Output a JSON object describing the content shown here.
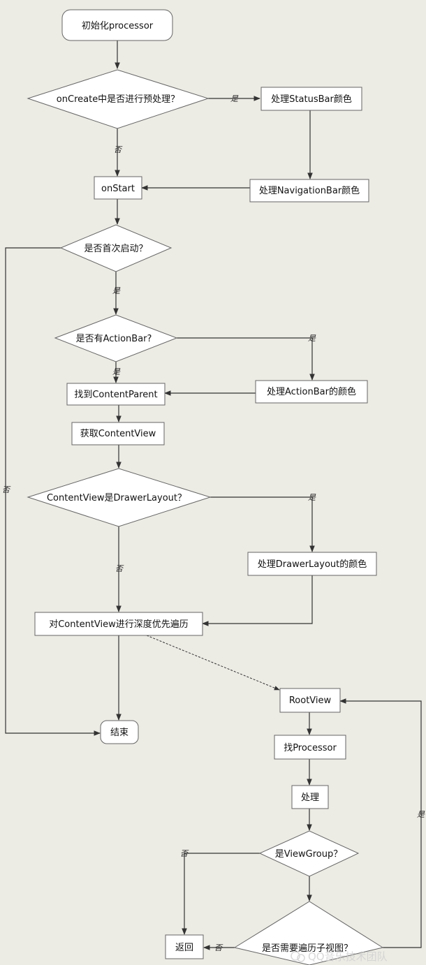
{
  "nodes": {
    "init": "初始化processor",
    "oncreate_decision": "onCreate中是否进行预处理？",
    "statusbar": "处理StatusBar颜色",
    "navbar": "处理NavigationBar颜色",
    "onstart": "onStart",
    "first_start": "是否首次启动？",
    "has_actionbar": "是否有ActionBar?",
    "actionbar_color": "处理ActionBar的颜色",
    "find_content": "找到ContentParent",
    "get_contentview": "获取ContentView",
    "is_drawer": "ContentView是DrawerLayout？",
    "drawer_color": "处理DrawerLayout的颜色",
    "dfs": "对ContentView进行深度优先遍历",
    "end": "结束",
    "rootview": "RootView",
    "find_processor": "找Processor",
    "process": "处理",
    "is_viewgroup": "是ViewGroup？",
    "return": "返回",
    "need_traverse": "是否需要遍历子视图？"
  },
  "labels": {
    "yes": "是",
    "no": "否"
  },
  "watermark": "QQ音乐技术团队"
}
